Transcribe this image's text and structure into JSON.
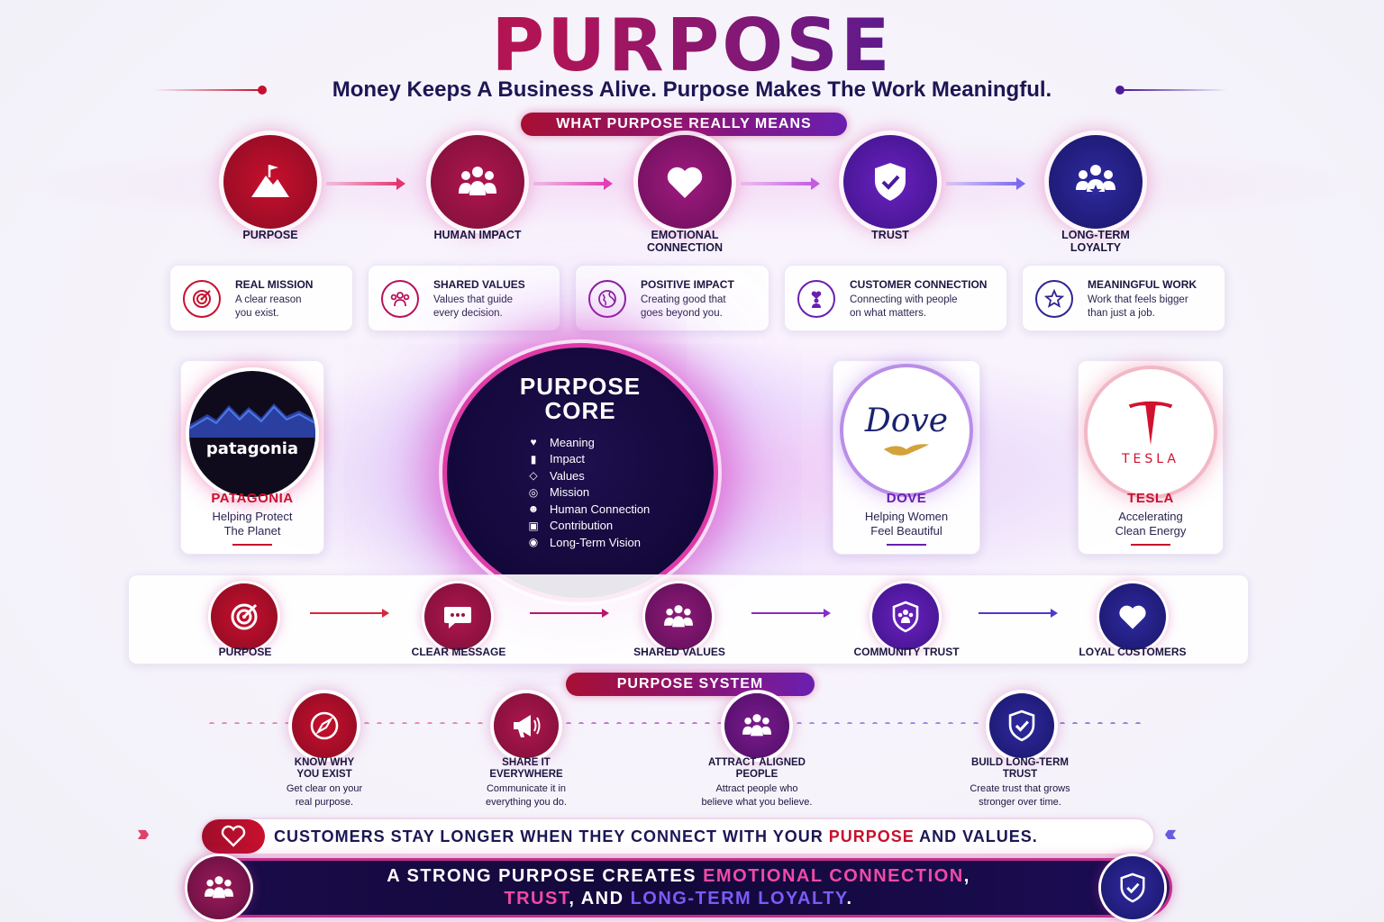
{
  "header": {
    "title": "PURPOSE",
    "subtitle": "Money Keeps A Business Alive. Purpose Makes The Work Meaningful."
  },
  "section1": {
    "label": "WHAT PURPOSE REALLY MEANS",
    "nodes": [
      {
        "label_line1": "PURPOSE",
        "label_line2": "",
        "icon": "mountain-flag-icon",
        "color": "#b5122e"
      },
      {
        "label_line1": "HUMAN IMPACT",
        "label_line2": "",
        "icon": "people-group-icon",
        "color": "#9a1446"
      },
      {
        "label_line1": "EMOTIONAL",
        "label_line2": "CONNECTION",
        "icon": "heart-icon",
        "color": "#8c1470"
      },
      {
        "label_line1": "TRUST",
        "label_line2": "",
        "icon": "shield-check-icon",
        "color": "#5a1aa0"
      },
      {
        "label_line1": "LONG-TERM",
        "label_line2": "LOYALTY",
        "icon": "team-star-icon",
        "color": "#27208a"
      }
    ],
    "cards": [
      {
        "title": "REAL MISSION",
        "desc_line1": "A clear reason",
        "desc_line2": "you exist.",
        "icon": "target-icon",
        "color": "#c8102e"
      },
      {
        "title": "SHARED VALUES",
        "desc_line1": "Values that guide",
        "desc_line2": "every decision.",
        "icon": "people-icon",
        "color": "#b8145a"
      },
      {
        "title": "POSITIVE IMPACT",
        "desc_line1": "Creating good that",
        "desc_line2": "goes beyond you.",
        "icon": "globe-icon",
        "color": "#8a1c9a"
      },
      {
        "title": "CUSTOMER CONNECTION",
        "desc_line1": "Connecting with people",
        "desc_line2": "on what matters.",
        "icon": "heart-person-icon",
        "color": "#6a1fb0"
      },
      {
        "title": "MEANINGFUL WORK",
        "desc_line1": "Work that feels bigger",
        "desc_line2": "than just a job.",
        "icon": "star-icon",
        "color": "#2f2494"
      }
    ]
  },
  "core": {
    "title_line1": "PURPOSE",
    "title_line2": "CORE",
    "items": [
      {
        "label": "Meaning",
        "icon": "heart-icon"
      },
      {
        "label": "Impact",
        "icon": "bar-chart-icon"
      },
      {
        "label": "Values",
        "icon": "diamond-icon"
      },
      {
        "label": "Mission",
        "icon": "target-icon"
      },
      {
        "label": "Human Connection",
        "icon": "people-icon"
      },
      {
        "label": "Contribution",
        "icon": "gift-icon"
      },
      {
        "label": "Long-Term Vision",
        "icon": "eye-icon"
      }
    ]
  },
  "brands": [
    {
      "name": "PATAGONIA",
      "logo_text": "patagonia",
      "desc_line1": "Helping Protect",
      "desc_line2": "The Planet",
      "color": "#c8102e"
    },
    {
      "name": "DOVE",
      "logo_text": "Dove",
      "desc_line1": "Helping Women",
      "desc_line2": "Feel Beautiful",
      "color": "#6a1fb0"
    },
    {
      "name": "TESLA",
      "logo_text": "TESLA",
      "desc_line1": "Accelerating",
      "desc_line2": "Clean Energy",
      "color": "#c8102e"
    }
  ],
  "flow": [
    {
      "label": "PURPOSE",
      "icon": "target-icon",
      "color": "#b5122e"
    },
    {
      "label": "CLEAR MESSAGE",
      "icon": "chat-bubble-icon",
      "color": "#a0123e"
    },
    {
      "label": "SHARED VALUES",
      "icon": "people-group-icon",
      "color": "#7a146a"
    },
    {
      "label": "COMMUNITY TRUST",
      "icon": "shield-people-icon",
      "color": "#5a1aa0"
    },
    {
      "label": "LOYAL CUSTOMERS",
      "icon": "heart-icon",
      "color": "#27208a"
    }
  ],
  "system": {
    "label": "PURPOSE SYSTEM",
    "steps": [
      {
        "title_line1": "KNOW WHY",
        "title_line2": "YOU EXIST",
        "desc_line1": "Get clear on your",
        "desc_line2": "real purpose.",
        "icon": "compass-icon",
        "color": "#b5122e"
      },
      {
        "title_line1": "SHARE IT",
        "title_line2": "EVERYWHERE",
        "desc_line1": "Communicate it in",
        "desc_line2": "everything you do.",
        "icon": "megaphone-icon",
        "color": "#a0123e"
      },
      {
        "title_line1": "ATTRACT ALIGNED",
        "title_line2": "PEOPLE",
        "desc_line1": "Attract people who",
        "desc_line2": "believe what you believe.",
        "icon": "people-group-icon",
        "color": "#6a1690"
      },
      {
        "title_line1": "BUILD LONG-TERM",
        "title_line2": "TRUST",
        "desc_line1": "Create trust that grows",
        "desc_line2": "stronger over time.",
        "icon": "shield-check-icon",
        "color": "#27208a"
      }
    ]
  },
  "banner1": {
    "part1": "CUSTOMERS STAY LONGER WHEN THEY CONNECT WITH YOUR ",
    "highlight": "PURPOSE",
    "part2": " AND VALUES.",
    "icon": "heart-outline-icon"
  },
  "banner2": {
    "line1_part1": "A STRONG PURPOSE CREATES ",
    "line1_highlight": "EMOTIONAL CONNECTION",
    "line1_part2": ",",
    "line2_highlight1": "TRUST",
    "line2_part": ", AND ",
    "line2_highlight2": "LONG-TERM LOYALTY",
    "line2_end": ".",
    "left_icon": "people-group-icon",
    "right_icon": "shield-check-icon"
  },
  "colors": {
    "red": "#c8102e",
    "magenta": "#e03aa8",
    "purple": "#6a1fb0",
    "navy": "#1c1654"
  }
}
